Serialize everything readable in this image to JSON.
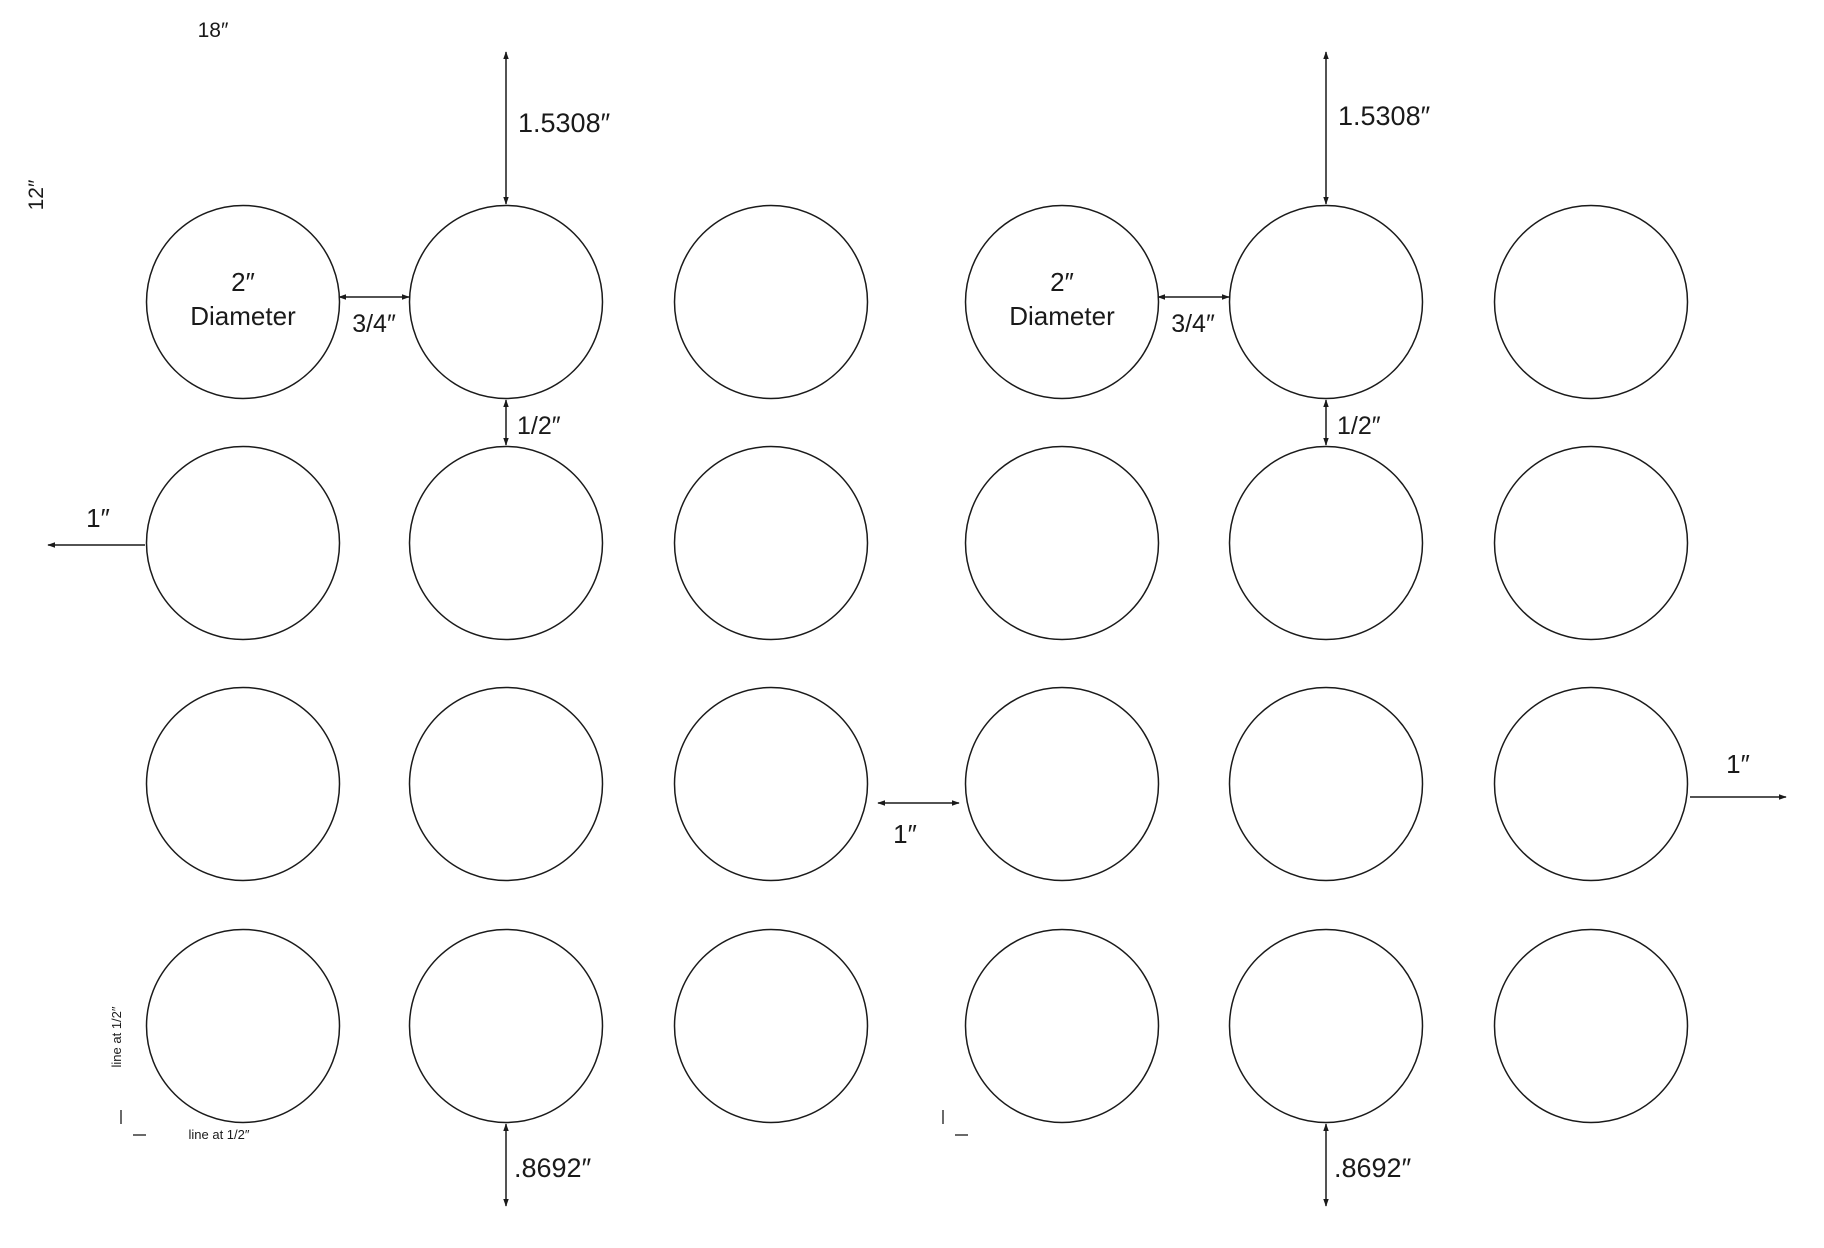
{
  "sheet": {
    "width_label": "18″",
    "height_label": "12″"
  },
  "circle_grid": {
    "groups": 2,
    "rows_per_group": 4,
    "cols_per_group": 3,
    "circle_label_line1": "2″",
    "circle_label_line2": "Diameter"
  },
  "dimensions": {
    "top_margin": "1.5308″",
    "bottom_margin": ".8692″",
    "horizontal_gap": "3/4″",
    "vertical_gap": "1/2″",
    "side_margin": "1″",
    "group_gap": "1″"
  },
  "notes": {
    "vertical_guide": "line at 1/2″",
    "horizontal_guide": "line at 1/2″"
  },
  "colors": {
    "stroke": "#1a1a1a",
    "background": "#ffffff"
  }
}
